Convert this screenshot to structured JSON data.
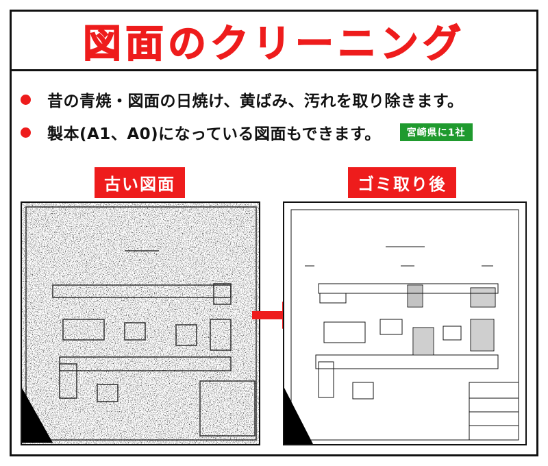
{
  "title": "図面のクリーニング",
  "bullets": [
    "昔の青焼・図面の日焼け、黄ばみ、汚れを取り除きます。",
    "製本(A1、A0)になっている図面もできます。"
  ],
  "badge": "宮崎県に1社",
  "before_label": "古い図面",
  "after_label": "ゴミ取り後",
  "colors": {
    "accent": "#ee1c1c",
    "badge": "#1f9a2e",
    "frame": "#111111"
  }
}
